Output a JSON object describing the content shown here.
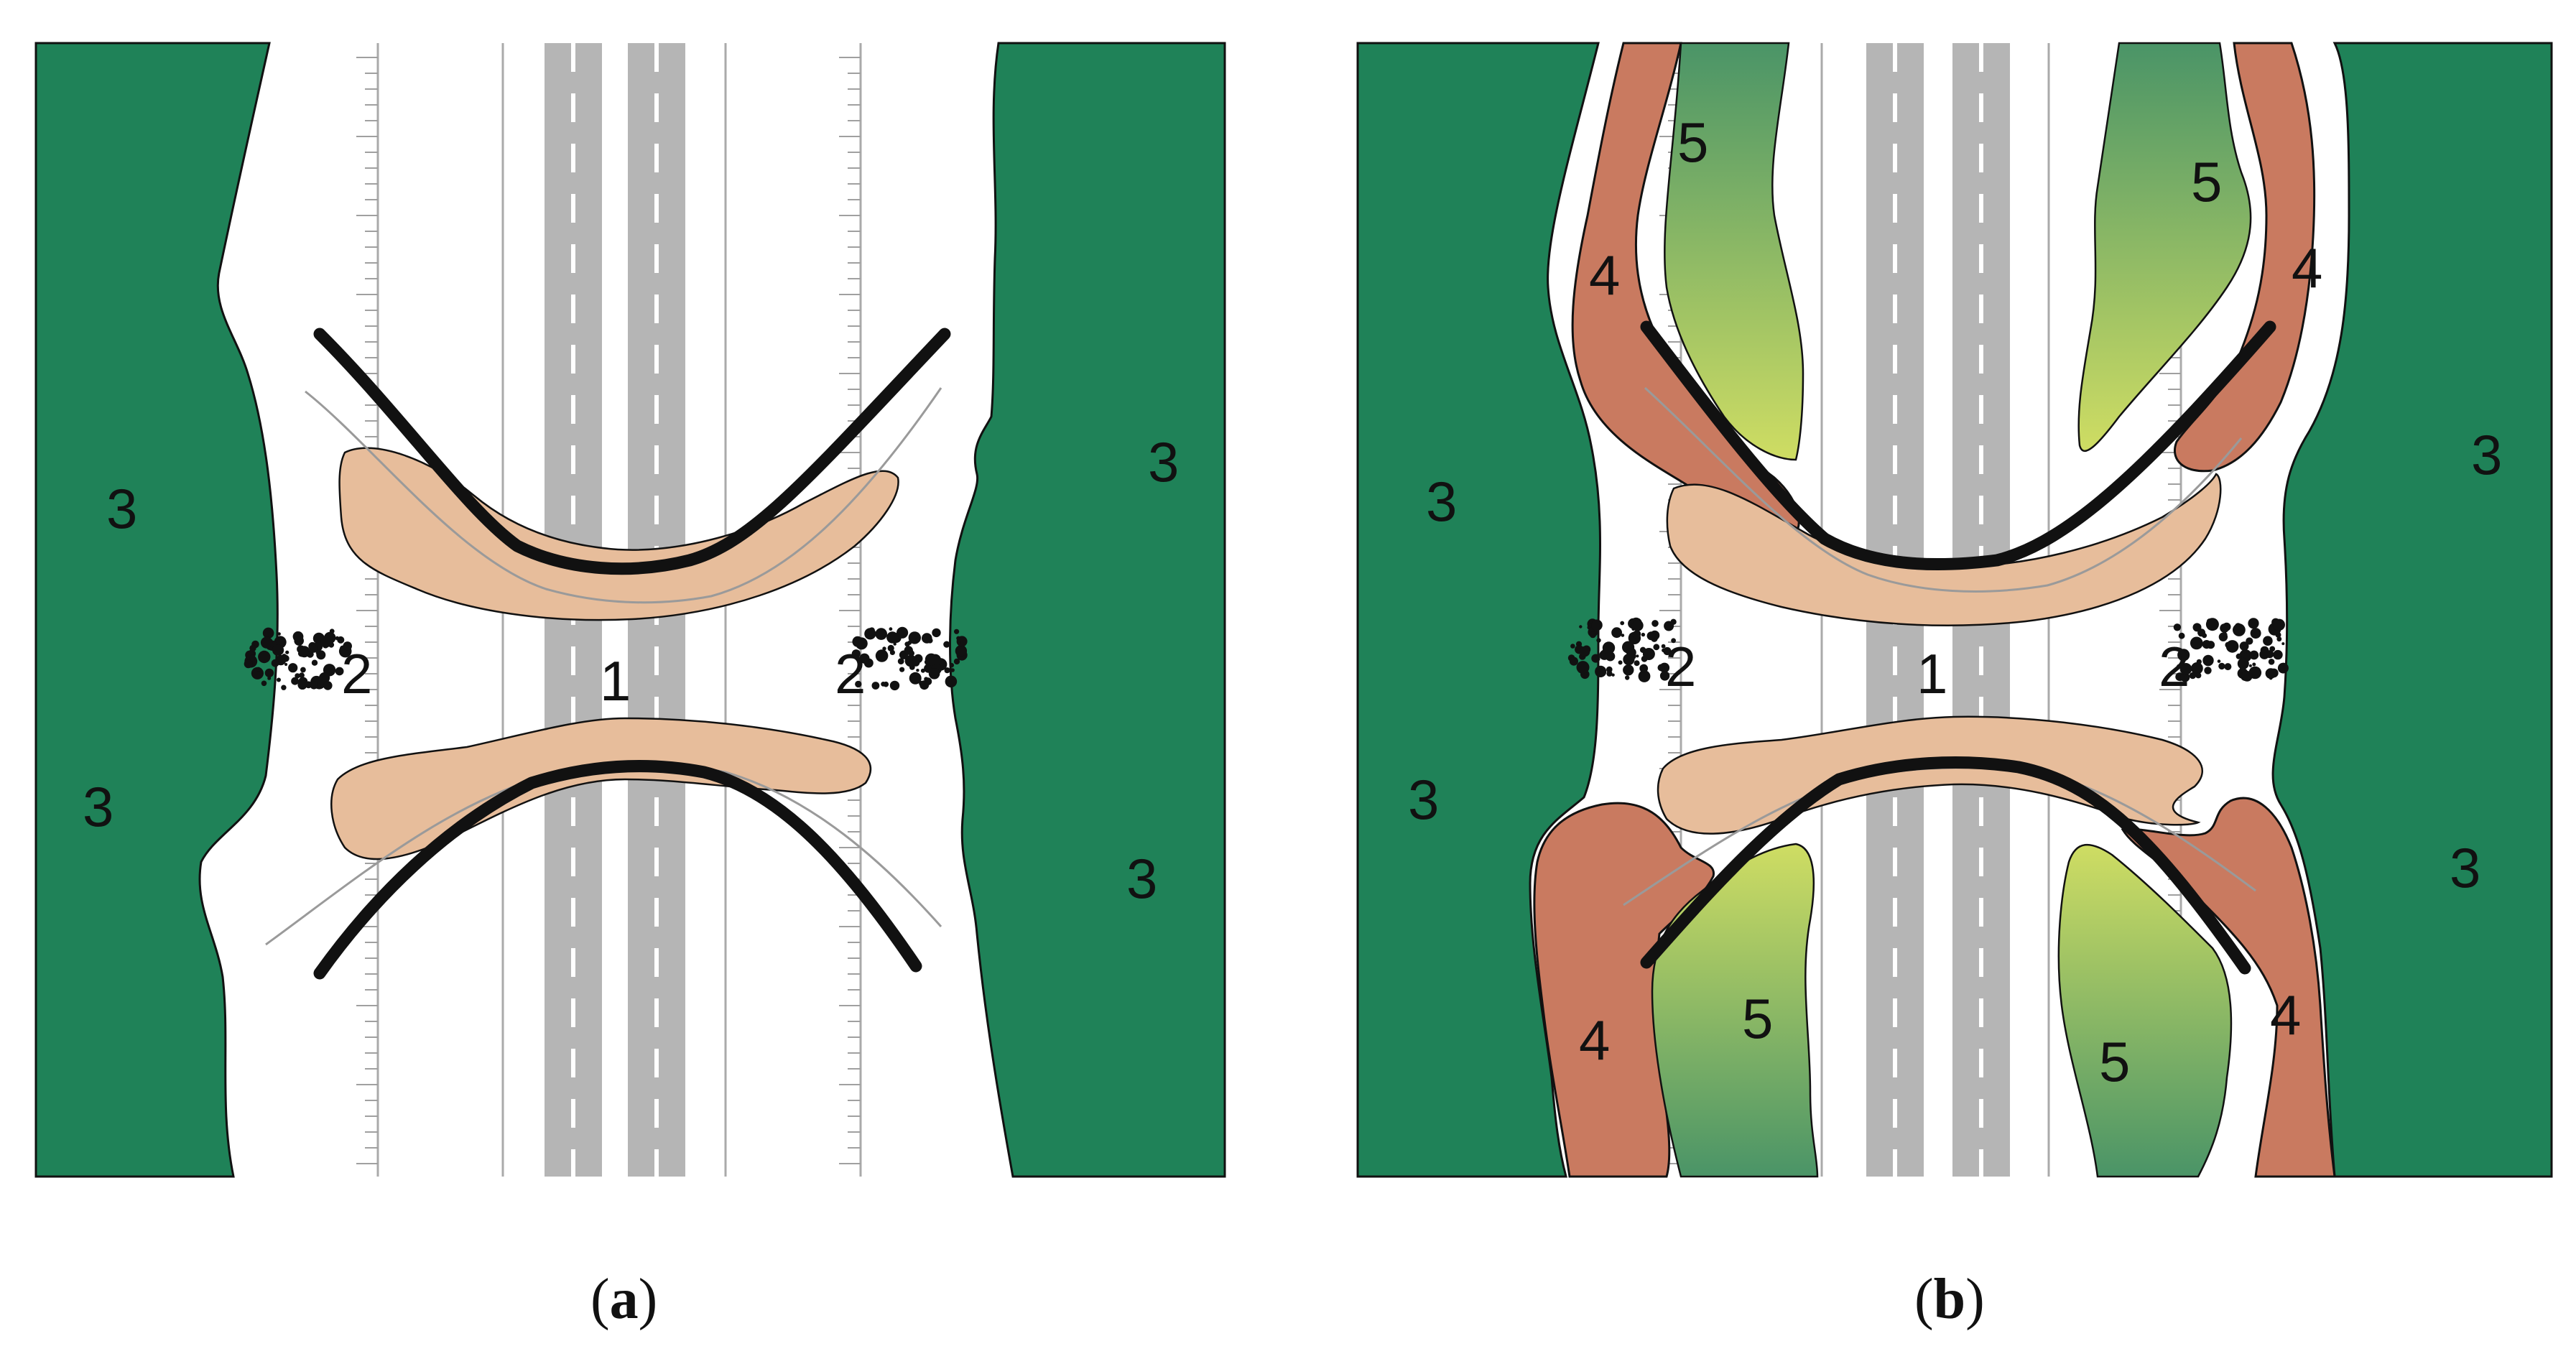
{
  "panels": [
    {
      "caption_open": "(",
      "caption_letter": "a",
      "caption_close": ")",
      "labels": {
        "gap": "1",
        "cluster_left": "2",
        "cluster_right": "2",
        "tissue_tl": "3",
        "tissue_bl": "3",
        "tissue_tr": "3",
        "tissue_br": "3"
      }
    },
    {
      "caption_open": "(",
      "caption_letter": "b",
      "caption_close": ")",
      "labels": {
        "gap": "1",
        "cluster_left": "2",
        "cluster_right": "2",
        "tissue_tl": "3",
        "tissue_bl": "3",
        "tissue_tr": "3",
        "tissue_br": "3",
        "band_tl": "4",
        "band_tr": "4",
        "band_bl": "4",
        "band_br": "4",
        "zone_tl": "5",
        "zone_tr": "5",
        "zone_bl": "5",
        "zone_br": "5"
      }
    }
  ],
  "colors": {
    "tissue": "#1f8258",
    "pad": "#e7bd9b",
    "band": "#c97a60",
    "zone_top": "#4a9467",
    "zone_bottom": "#cfdd63",
    "road": "#b5b5b5",
    "outline": "#111111"
  }
}
